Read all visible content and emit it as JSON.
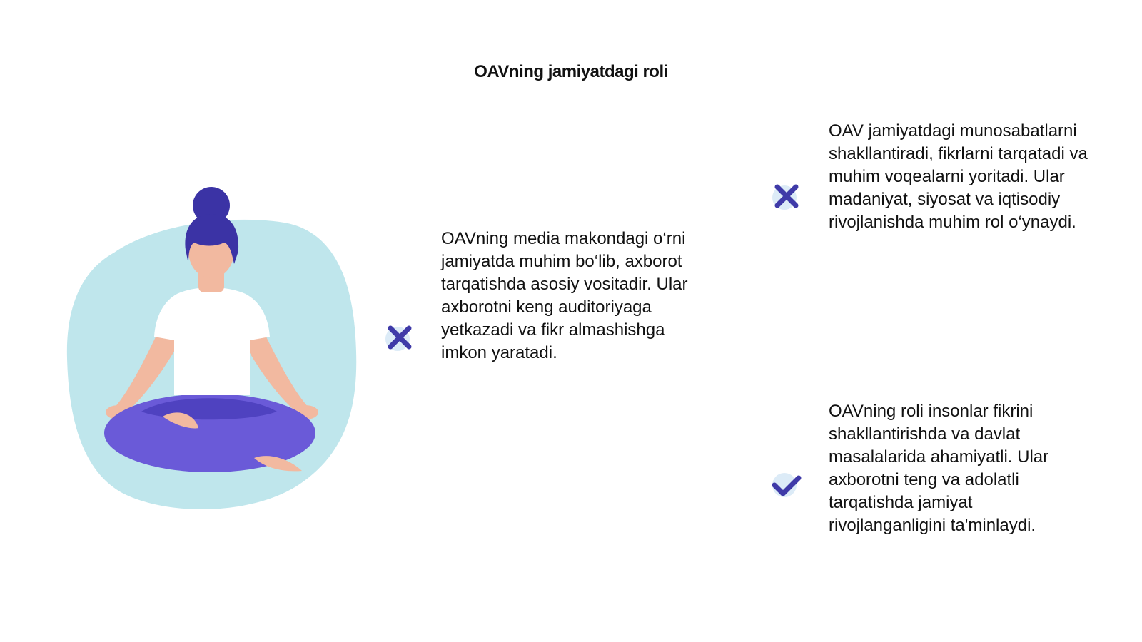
{
  "slide": {
    "title": "OAVning jamiyatdagi roli"
  },
  "items": [
    {
      "icon": "x-mark-icon",
      "text": "OAVning media makondagi o‘rni\njamiyatda muhim bo‘lib, axborot\ntarqatishda asosiy vositadir. Ular\naxborotni keng auditoriyaga\nyetkazadi va fikr almashishga\nimkon yaratadi."
    },
    {
      "icon": "x-mark-icon",
      "text": "OAV jamiyatdagi munosabatlarni\nshakllantiradi, fikrlarni tarqatadi va\nmuhim voqealarni yoritadi. Ular\nmadaniyat, siyosat va iqtisodiy\nrivojlanishda muhim rol o‘ynaydi."
    },
    {
      "icon": "check-mark-icon",
      "text": "OAVning roli insonlar fikrini\nshakllantirishda va davlat\nmasalalarida ahamiyatli. Ular\naxborotni teng va adolatli\ntarqatishda jamiyat\nrivojlanganligini ta'minlaydi."
    }
  ],
  "colors": {
    "accent": "#3f3aa8",
    "marker_circle": "#dcebf7",
    "blob": "#bfe6ec",
    "hair": "#3b33a5",
    "pants": "#6a5ad8",
    "skin": "#f2b9a0",
    "shirt": "#ffffff"
  }
}
